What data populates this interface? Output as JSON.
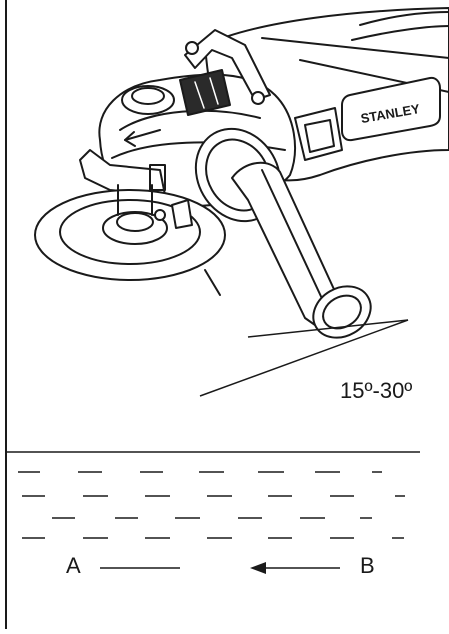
{
  "angle": {
    "label": "15º-30º"
  },
  "labels": {
    "a": "A",
    "b": "B"
  },
  "tool": {
    "brand": "STANLEY"
  },
  "colors": {
    "ink": "#1a1a1a",
    "background": "#ffffff",
    "handle_dark": "#2a2a2a"
  }
}
